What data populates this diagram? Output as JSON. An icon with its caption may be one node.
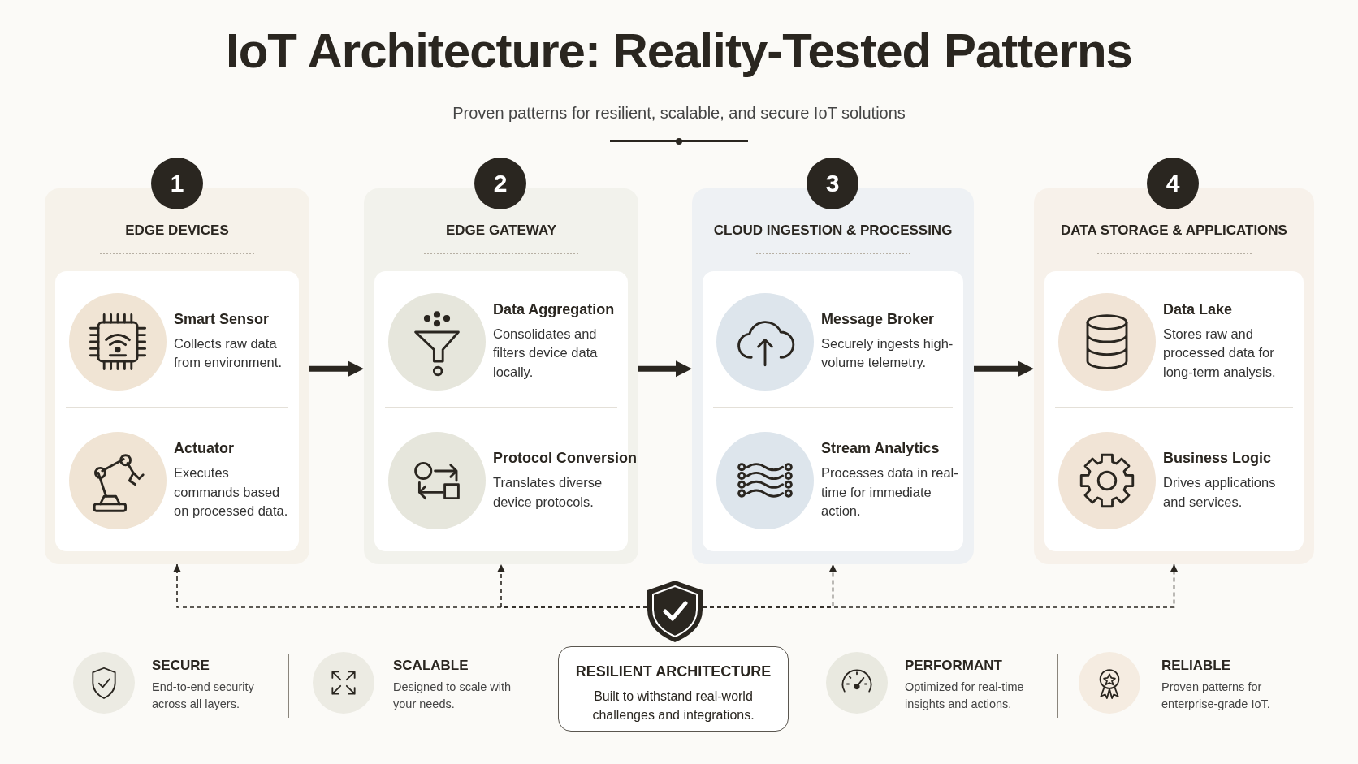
{
  "diagram": {
    "title": "IoT Architecture: Reality-Tested Patterns",
    "nodes": [
      {
        "text": [
          "1"
        ]
      },
      {
        "text": [
          "EDGE DEVICES"
        ]
      },
      {
        "text": [
          "Smart Sensor",
          "Collects raw data from environment."
        ],
        "in": 1
      },
      {
        "text": [
          "Actuator",
          "Executes commands based on processed data."
        ],
        "in": 1
      },
      {
        "text": [
          "2"
        ]
      },
      {
        "text": [
          "EDGE GATEWAY"
        ]
      },
      {
        "text": [
          "Data Aggregation",
          "Consolidates and filters device data locally."
        ],
        "in": 5
      },
      {
        "text": [
          "Protocol Conversion",
          "Translates diverse device protocols."
        ],
        "in": 5
      },
      {
        "text": [
          "3"
        ]
      },
      {
        "text": [
          "CLOUD INGESTION & PROCESSING"
        ]
      },
      {
        "text": [
          "Message Broker",
          "Securely ingests high-volume telemetry."
        ],
        "in": 9
      },
      {
        "text": [
          "Stream Analytics",
          "Processes data in real-time for immediate action."
        ],
        "in": 9
      },
      {
        "text": [
          "4"
        ]
      },
      {
        "text": [
          "DATA STORAGE & APPLICATIONS"
        ]
      },
      {
        "text": [
          "Data Lake",
          "Stores raw and processed data for long-term analysis."
        ],
        "in": 13
      },
      {
        "text": [
          "Business Logic",
          "Drives applications and services."
        ],
        "in": 13
      },
      {
        "text": [],
        "shape": "shield"
      },
      {
        "text": [
          "RESILIENT ARCHITECTURE",
          "Built to withstand real-world challenges and integrations."
        ]
      }
    ],
    "edges": [
      {
        "from": 1,
        "to": 5,
        "arrow": "to",
        "style": "thick"
      },
      {
        "from": 5,
        "to": 9,
        "arrow": "to",
        "style": "thick"
      },
      {
        "from": 9,
        "to": 13,
        "arrow": "to",
        "style": "thick"
      },
      {
        "from": 16,
        "to": 1,
        "arrow": "to",
        "style": "dashed"
      },
      {
        "from": 16,
        "to": 5,
        "arrow": "to",
        "style": "dashed"
      },
      {
        "from": 16,
        "to": 9,
        "arrow": "to",
        "style": "dashed"
      },
      {
        "from": 16,
        "to": 13,
        "arrow": "to",
        "style": "dashed"
      }
    ],
    "labels": [
      "Proven patterns for resilient, scalable, and secure IoT solutions",
      "SECURE",
      "End-to-end security across all layers.",
      "SCALABLE",
      "Designed to scale with your needs.",
      "PERFORMANT",
      "Optimized for real-time insights and actions.",
      "RELIABLE",
      "Proven patterns for enterprise-grade IoT."
    ]
  }
}
